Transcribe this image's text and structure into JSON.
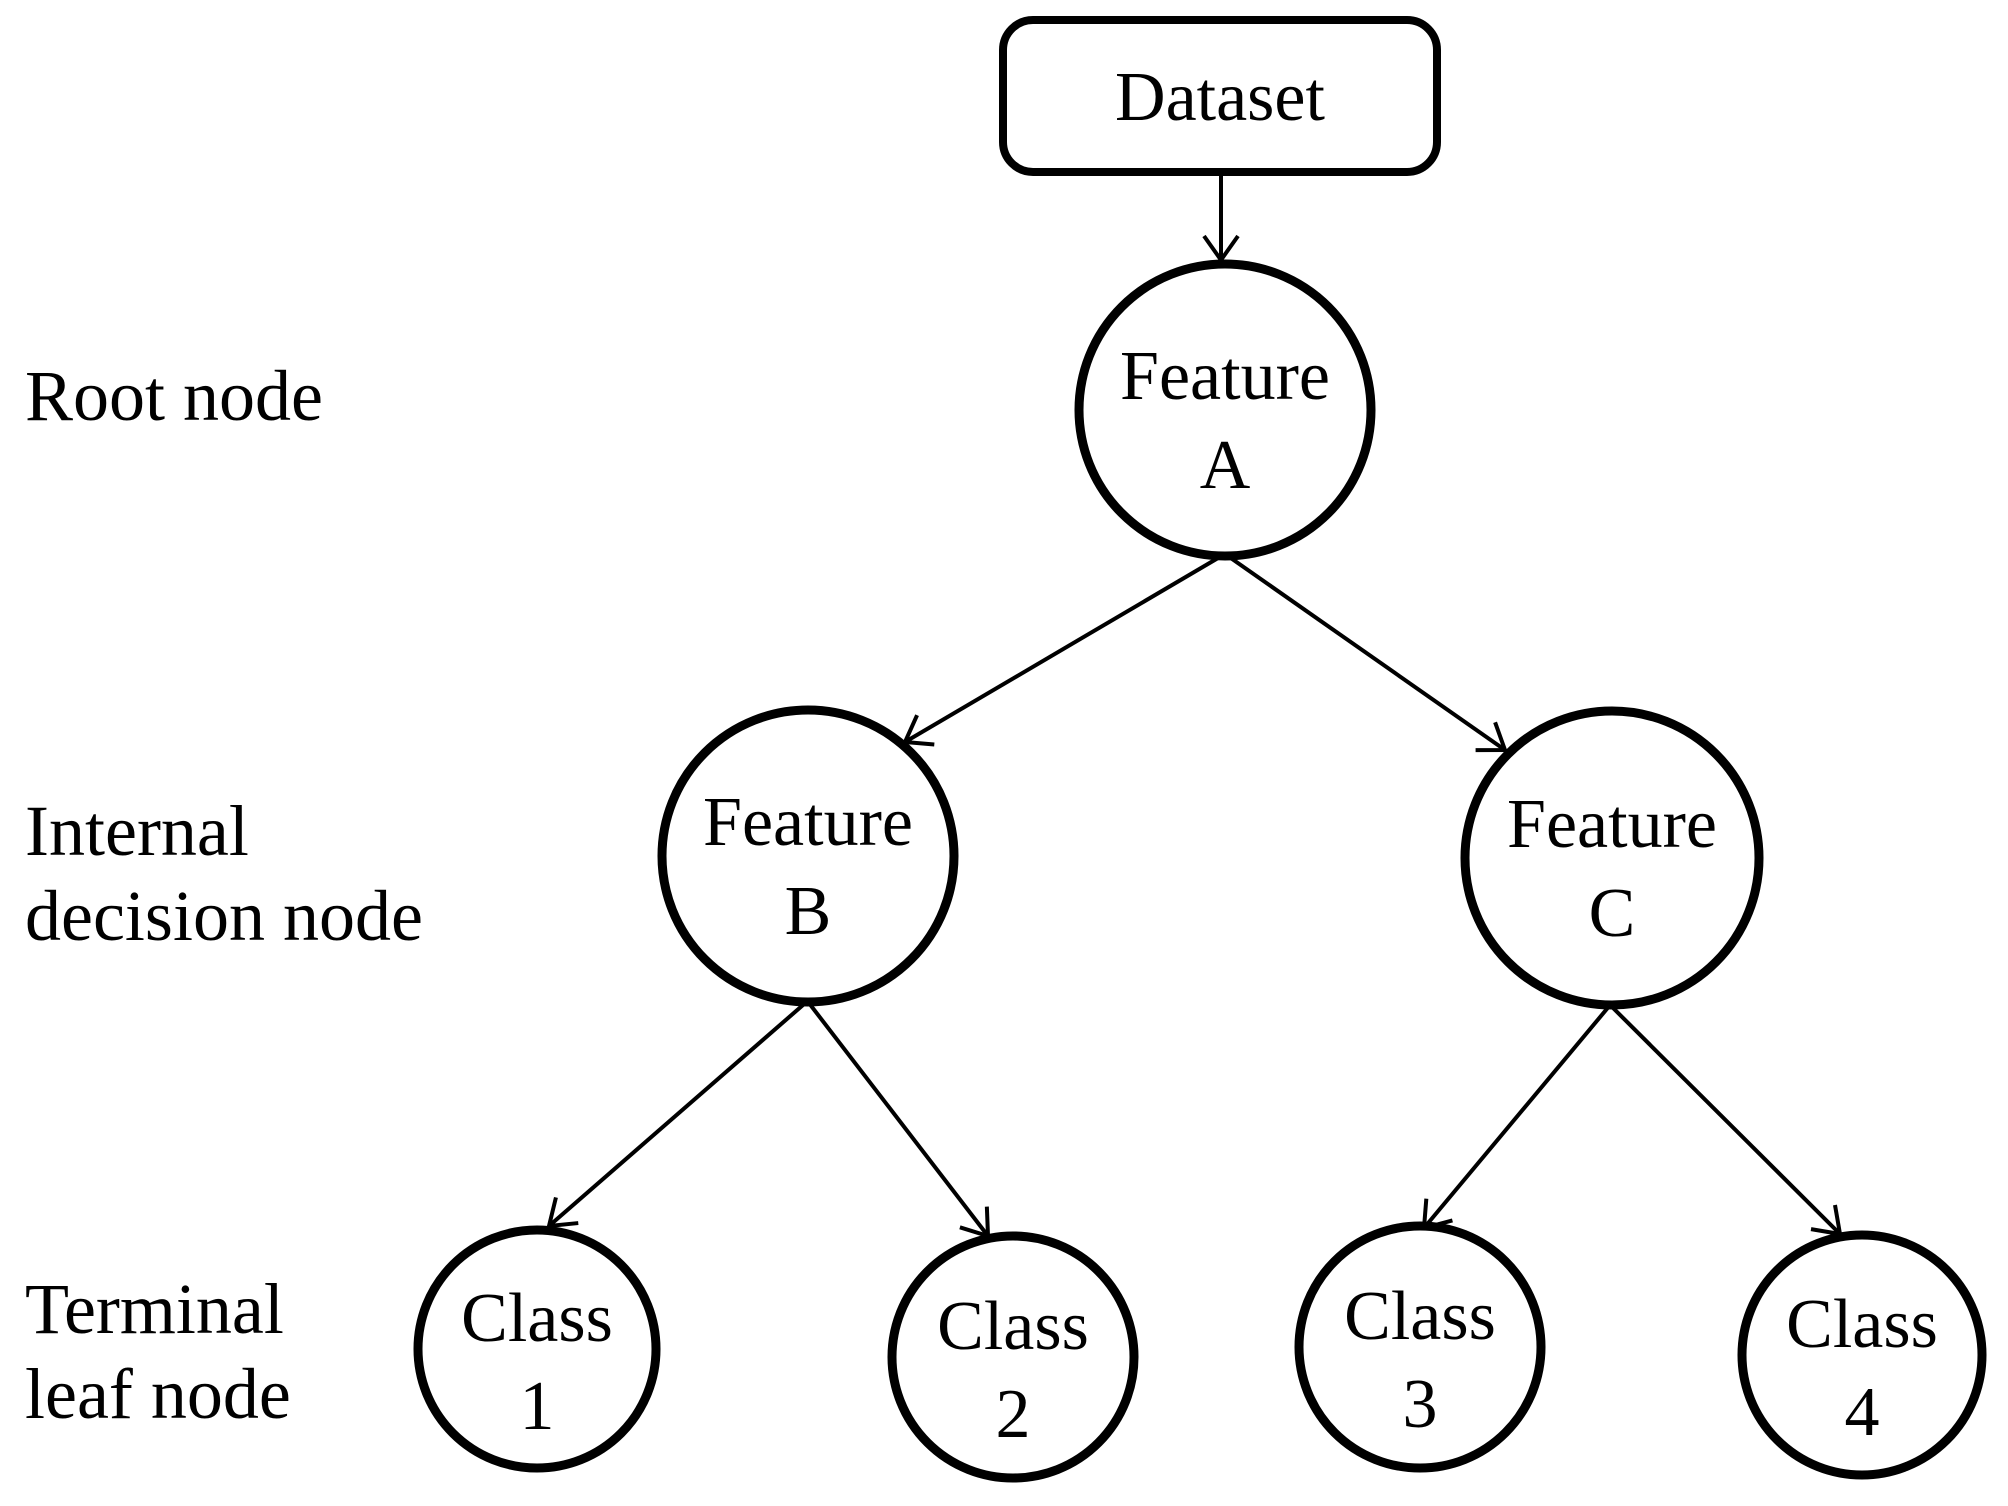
{
  "figure": {
    "background": "#ffffff",
    "stroke_color": "#000000",
    "text_color": "#000000",
    "dataset": {
      "label": "Dataset"
    },
    "row_labels": {
      "root": {
        "line1": "Root node"
      },
      "internal": {
        "line1": "Internal",
        "line2": "decision node"
      },
      "terminal": {
        "line1": "Terminal",
        "line2": "leaf node"
      }
    },
    "nodes": {
      "feature_a": {
        "line1": "Feature",
        "line2": "A"
      },
      "feature_b": {
        "line1": "Feature",
        "line2": "B"
      },
      "feature_c": {
        "line1": "Feature",
        "line2": "C"
      },
      "class_1": {
        "line1": "Class",
        "line2": "1"
      },
      "class_2": {
        "line1": "Class",
        "line2": "2"
      },
      "class_3": {
        "line1": "Class",
        "line2": "3"
      },
      "class_4": {
        "line1": "Class",
        "line2": "4"
      }
    }
  }
}
